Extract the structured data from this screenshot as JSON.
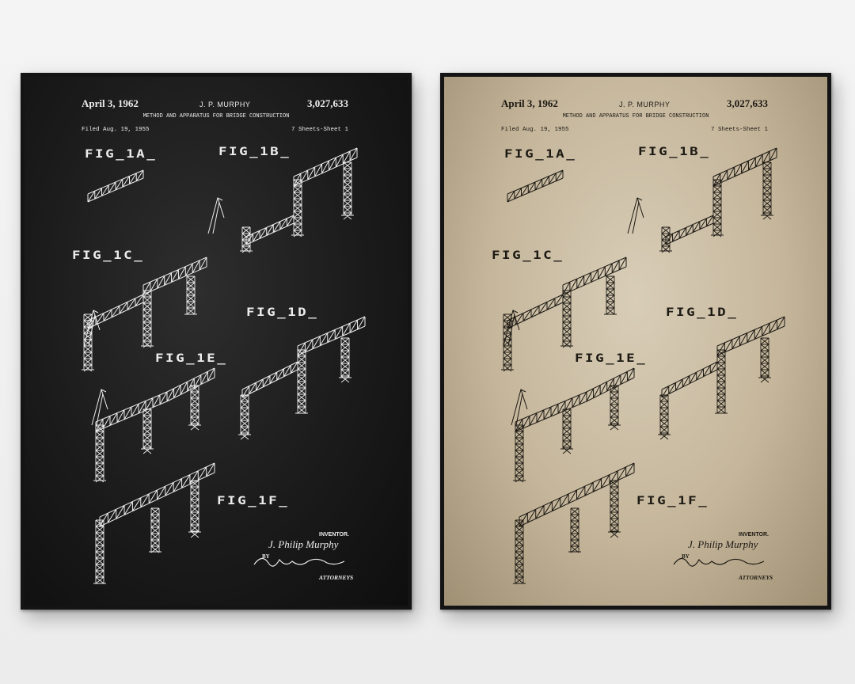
{
  "posters": [
    {
      "theme": "chalkboard",
      "background": "#1b1b1b",
      "ink": "#ececec",
      "date": "April 3, 1962",
      "inventor_header": "J. P. MURPHY",
      "patent_number": "3,027,633",
      "title": "METHOD AND APPARATUS FOR BRIDGE CONSTRUCTION",
      "filed": "Filed Aug. 19, 1955",
      "sheets": "7 Sheets-Sheet 1",
      "figures": [
        "FIG_1A_",
        "FIG_1B_",
        "FIG_1C_",
        "FIG_1D_",
        "FIG_1E_",
        "FIG_1F_"
      ],
      "inventor_label": "INVENTOR.",
      "inventor_signature": "J. Philip Murphy",
      "by": "BY",
      "attorneys": "ATTORNEYS"
    },
    {
      "theme": "vintage-parchment",
      "background": "#c5b69b",
      "ink": "#1c1913",
      "date": "April 3, 1962",
      "inventor_header": "J. P. MURPHY",
      "patent_number": "3,027,633",
      "title": "METHOD AND APPARATUS FOR BRIDGE CONSTRUCTION",
      "filed": "Filed Aug. 19, 1955",
      "sheets": "7 Sheets-Sheet 1",
      "figures": [
        "FIG_1A_",
        "FIG_1B_",
        "FIG_1C_",
        "FIG_1D_",
        "FIG_1E_",
        "FIG_1F_"
      ],
      "inventor_label": "INVENTOR.",
      "inventor_signature": "J. Philip Murphy",
      "by": "BY",
      "attorneys": "ATTORNEYS"
    }
  ]
}
